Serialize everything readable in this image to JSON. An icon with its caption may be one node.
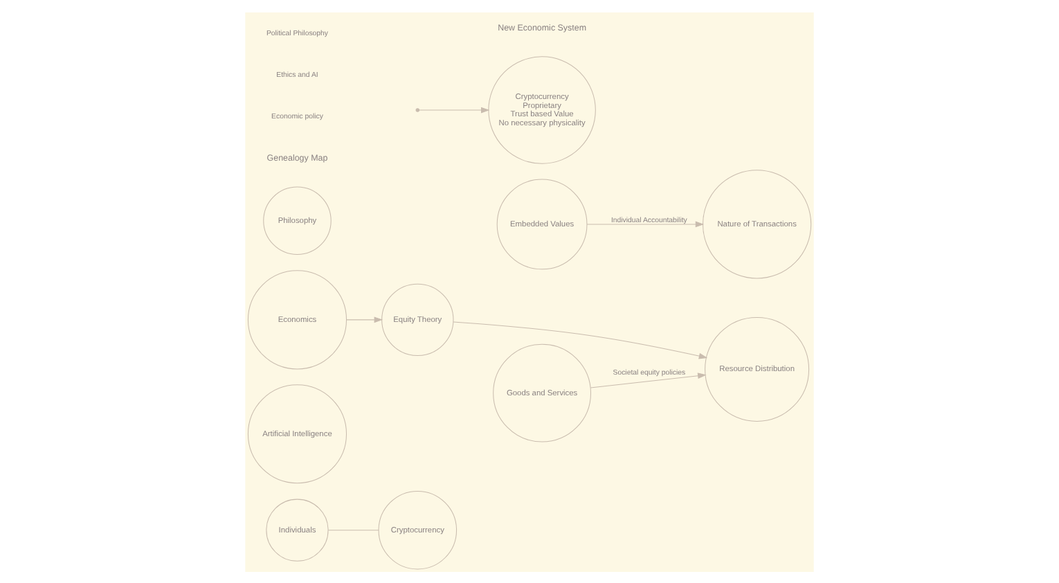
{
  "diagram": {
    "nodes": [
      {
        "text": [
          "Individuals"
        ]
      },
      {
        "text": [
          "Cryptocurrency"
        ]
      },
      {
        "text": [
          "Artificial Intelligence"
        ]
      },
      {
        "text": [
          "Economics"
        ]
      },
      {
        "text": [
          "Philosophy"
        ]
      },
      {
        "text": [
          "Equity Theory"
        ]
      },
      {
        "text": [
          "Embedded Values"
        ]
      },
      {
        "text": [
          "Cryptocurrency",
          "Proprietary",
          "Trust based Value",
          "No necessary physicality"
        ]
      },
      {
        "text": [
          "Nature of Transactions"
        ]
      },
      {
        "text": [
          "Goods and Services"
        ]
      },
      {
        "text": [
          "Resource Distribution"
        ]
      }
    ],
    "edges": [
      {
        "from": 0,
        "to": 1,
        "arrow": "none"
      },
      {
        "from": null,
        "to": 7,
        "arrow": "to"
      },
      {
        "from": 3,
        "to": 5,
        "arrow": "to"
      },
      {
        "from": 5,
        "to": 10,
        "arrow": "to"
      },
      {
        "from": 6,
        "to": 8,
        "label": "Individual Accountability",
        "arrow": "to"
      },
      {
        "from": 9,
        "to": 10,
        "label": "Societal equity policies",
        "arrow": "to"
      }
    ],
    "labels": [
      "Genealogy Map",
      "New Economic System",
      "Economic policy",
      "Ethics and AI",
      "Political Philosophy"
    ]
  }
}
